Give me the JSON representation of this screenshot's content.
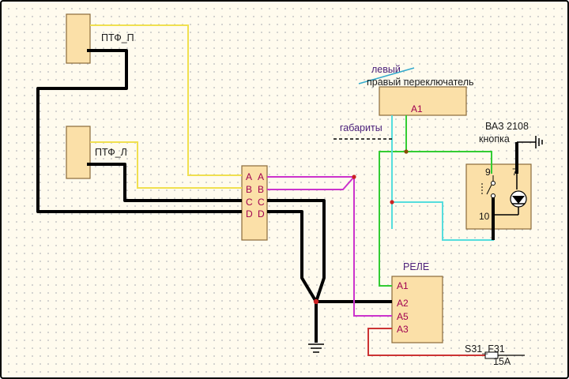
{
  "labels": {
    "ptf_p": "ПТФ_П",
    "ptf_l": "ПТФ_Л",
    "left": "левый",
    "right_switch": "правый переключатель",
    "switch_pin": "А1",
    "gabarity": "габариты",
    "vaz": "ВАЗ 2108",
    "knopka": "кнопка",
    "relay": "РЕЛЕ",
    "fuse_id": "S31_F31",
    "fuse_rating": "15А"
  },
  "connector": {
    "left_pins": [
      "A",
      "B",
      "C",
      "D"
    ],
    "right_pins": [
      "A",
      "B",
      "C",
      "D"
    ]
  },
  "relay": {
    "pins": [
      "A1",
      "A2",
      "A5",
      "A3"
    ]
  },
  "button": {
    "pin_9": "9",
    "pin_7": "7",
    "pin_10": "10"
  },
  "colors": {
    "wire_black": "#000000",
    "wire_yellow": "#f0e050",
    "wire_magenta": "#cc33cc",
    "wire_green": "#33cc33",
    "wire_cyan": "#55dddd",
    "wire_red": "#cc3333",
    "component_fill": "#fbe0a8",
    "component_border": "#8a6a3a"
  }
}
